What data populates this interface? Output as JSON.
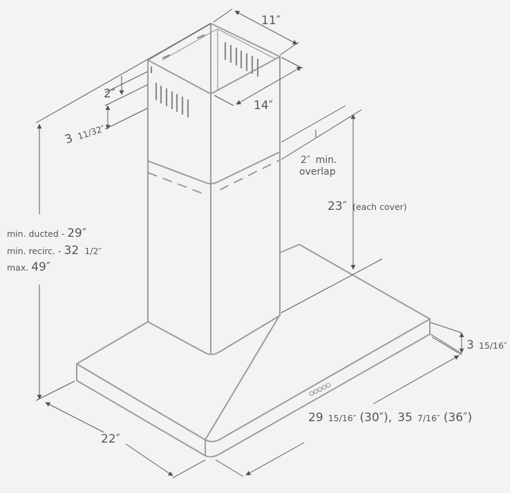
{
  "dimensions": {
    "top_width": "11″",
    "top_depth": "14″",
    "vent_gap": "2″",
    "vent_height": {
      "whole": "3",
      "fraction": "11/32″"
    },
    "overlap": {
      "value": "2″",
      "line1": "min.",
      "line2": "overlap"
    },
    "cover": {
      "value": "23″",
      "note": "(each cover)"
    },
    "height": {
      "ducted_label": "min. ducted - ",
      "ducted_value": "29″",
      "recirc_label": "min. recirc. - ",
      "recirc_value": "32",
      "recirc_fraction": "1/2″",
      "max_label": "max. ",
      "max_value": "49″"
    },
    "canopy_thickness": {
      "whole": "3",
      "fraction": "15/16″"
    },
    "depth": "22″",
    "width": {
      "w1_whole": "29",
      "w1_fraction": "15/16″",
      "w1_nominal": "(30″),",
      "w2_whole": "35",
      "w2_fraction": "7/16″",
      "w2_nominal": "(36″)"
    }
  },
  "colors": {
    "background": "#f3f3f3",
    "outline": "#9b9b9b",
    "dimension": "#555555"
  }
}
